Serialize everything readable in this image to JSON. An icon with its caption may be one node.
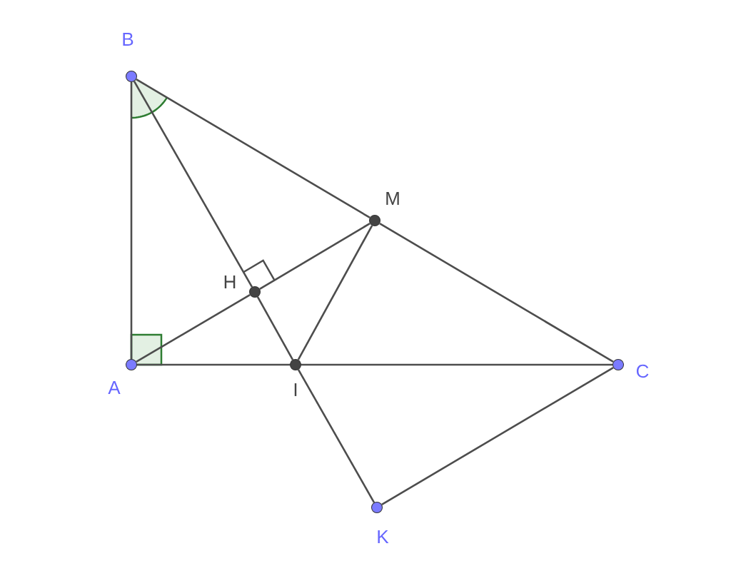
{
  "diagram": {
    "nodes": [
      {
        "text": [
          "B"
        ]
      },
      {
        "text": [
          "M"
        ]
      },
      {
        "text": [
          "H"
        ]
      },
      {
        "text": [
          "A"
        ]
      },
      {
        "text": [
          "I"
        ]
      },
      {
        "text": [
          "C"
        ]
      },
      {
        "text": [
          "K"
        ]
      }
    ],
    "edges": [
      {
        "from": 3,
        "to": 0,
        "arrow": "none"
      },
      {
        "from": 0,
        "to": 1,
        "arrow": "none"
      },
      {
        "from": 1,
        "to": 5,
        "arrow": "none"
      },
      {
        "from": 3,
        "to": 4,
        "arrow": "none"
      },
      {
        "from": 4,
        "to": 5,
        "arrow": "none"
      },
      {
        "from": 0,
        "to": 2,
        "arrow": "none"
      },
      {
        "from": 2,
        "to": 4,
        "arrow": "none"
      },
      {
        "from": 4,
        "to": 6,
        "arrow": "none"
      },
      {
        "from": 3,
        "to": 2,
        "arrow": "none"
      },
      {
        "from": 2,
        "to": 1,
        "arrow": "none"
      },
      {
        "from": 1,
        "to": 4,
        "arrow": "none"
      },
      {
        "from": 6,
        "to": 5,
        "arrow": "none"
      }
    ]
  }
}
